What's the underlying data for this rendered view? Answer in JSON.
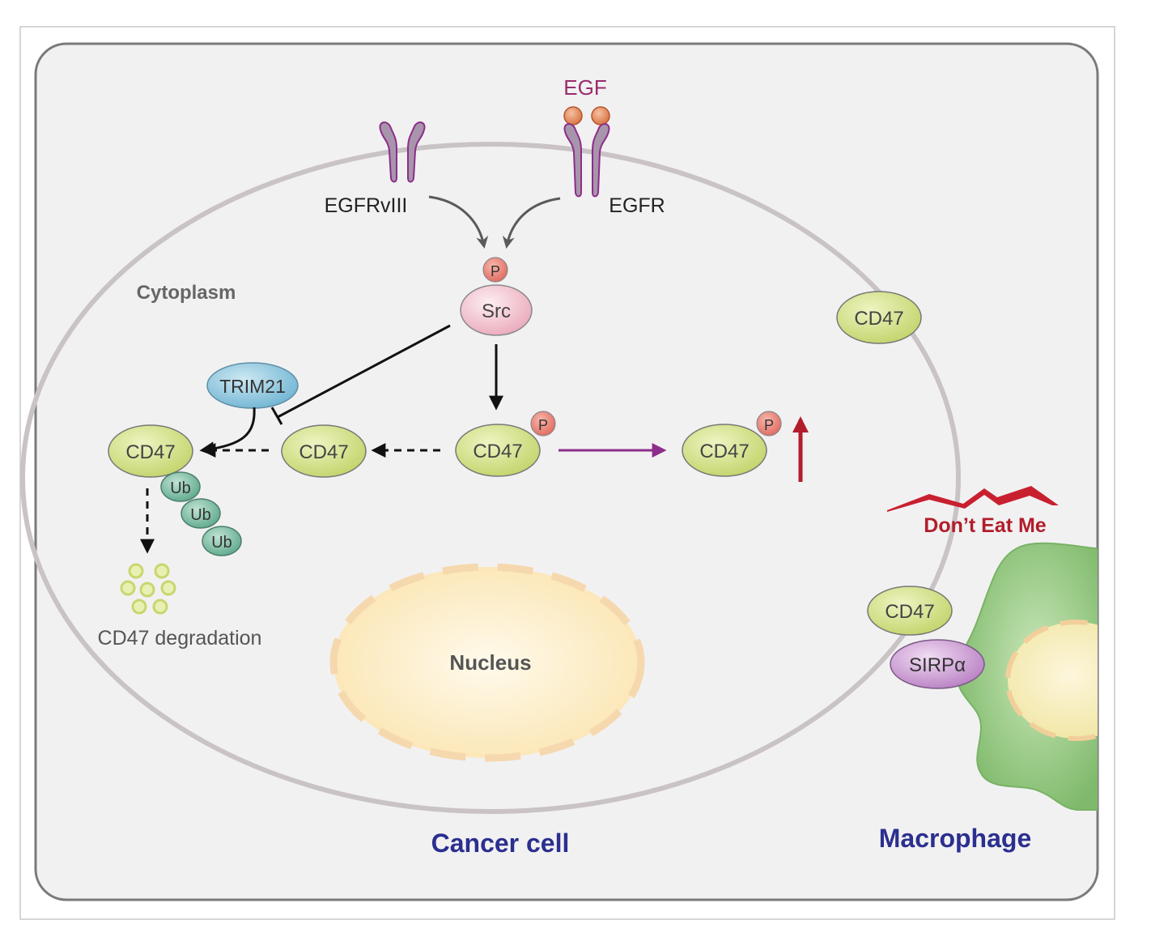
{
  "labels": {
    "egf": "EGF",
    "egfrviii": "EGFRvIII",
    "egfr": "EGFR",
    "p": "P",
    "src": "Src",
    "cytoplasm": "Cytoplasm",
    "trim21": "TRIM21",
    "cd47": "CD47",
    "ub": "Ub",
    "cd47_degradation": "CD47 degradation",
    "nucleus": "Nucleus",
    "dont_eat_me": "Don’t Eat Me",
    "sirpa": "SIRPα",
    "cancer_cell": "Cancer cell",
    "macrophage": "Macrophage"
  },
  "colors": {
    "panel_bg": "#f2f1f2",
    "membrane": "#c9c3c6",
    "cd47_fill": "#d4e08a",
    "src_fill": "#f3c5cf",
    "phospho_fill": "#e9827c",
    "trim21_fill": "#8cc6de",
    "ub_fill": "#7cbfa6",
    "sirpa_fill": "#c79bd0",
    "macrophage_fill": "#8fc47e",
    "nucleus_fill": "#fbecc4",
    "receptor_fill": "#a895ac",
    "egf_text": "#9a2b6e",
    "arrow_purple": "#8e2d8c",
    "arrow_red": "#b11d2b",
    "title_blue": "#2b2f8f"
  }
}
